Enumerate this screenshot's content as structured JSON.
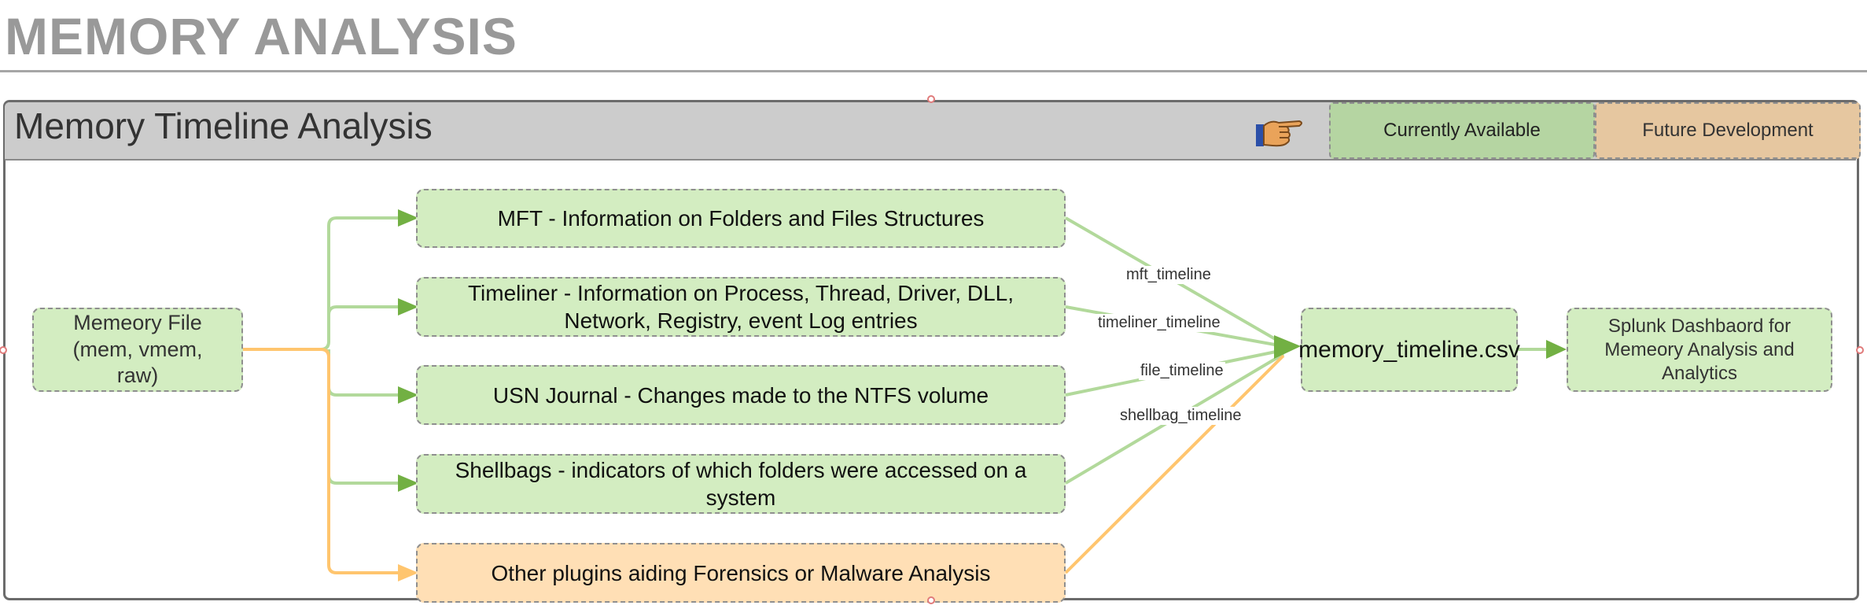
{
  "page": {
    "title": "MEMORY ANALYSIS"
  },
  "container": {
    "title": "Memory Timeline Analysis",
    "legend": {
      "icon": "pointing-hand-icon",
      "available": "Currently Available",
      "future": "Future Development",
      "available_color": "#b5d5a2",
      "future_color": "#e6c7a0"
    }
  },
  "nodes": {
    "memory_file": "Memeory File (mem, vmem, raw)",
    "mft": "MFT - Information on Folders and Files Structures",
    "timeliner": "Timeliner - Information on Process, Thread, Driver, DLL, Network, Registry, event Log entries",
    "usn": "USN Journal - Changes made to the NTFS volume",
    "shellbags": "Shellbags - indicators of which folders were accessed on a system",
    "other_plugins": "Other plugins aiding Forensics or Malware Analysis",
    "csv": "memory_timeline.csv",
    "splunk": "Splunk Dashbaord for Memeory Analysis and Analytics"
  },
  "edge_labels": {
    "mft": "mft_timeline",
    "timeliner": "timeliner_timeline",
    "file": "file_timeline",
    "shellbag": "shellbag_timeline"
  },
  "colors": {
    "available_fill": "#d3edc1",
    "future_fill": "#ffdfb5",
    "green_line": "#b2d99b",
    "green_arrow": "#72b043",
    "orange_line": "#ffc56e"
  }
}
